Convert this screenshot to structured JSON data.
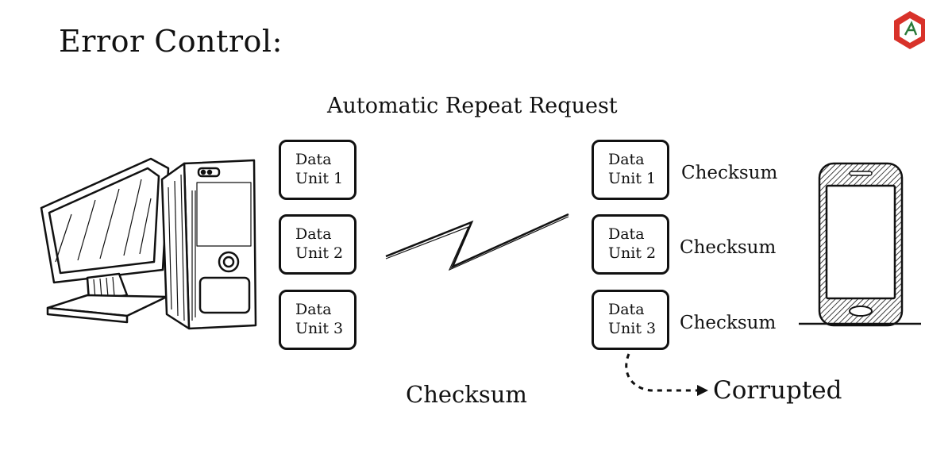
{
  "title": "Error Control:",
  "subtitle": "Automatic Repeat Request",
  "sender_units": [
    {
      "line1": "Data",
      "line2": "Unit 1"
    },
    {
      "line1": "Data",
      "line2": "Unit 2"
    },
    {
      "line1": "Data",
      "line2": "Unit 3"
    }
  ],
  "receiver_units": [
    {
      "line1": "Data",
      "line2": "Unit 1",
      "checksum": "Checksum"
    },
    {
      "line1": "Data",
      "line2": "Unit 2",
      "checksum": "Checksum"
    },
    {
      "line1": "Data",
      "line2": "Unit 3",
      "checksum": "Checksum"
    }
  ],
  "bottom_label": "Checksum",
  "corrupted_label": "Corrupted",
  "icons": {
    "computer": "desktop-computer-icon",
    "phone": "smartphone-icon",
    "logo": "brand-logo-icon",
    "link": "lightning-link-icon"
  },
  "colors": {
    "logo_red": "#d8322a",
    "ink": "#111111"
  }
}
